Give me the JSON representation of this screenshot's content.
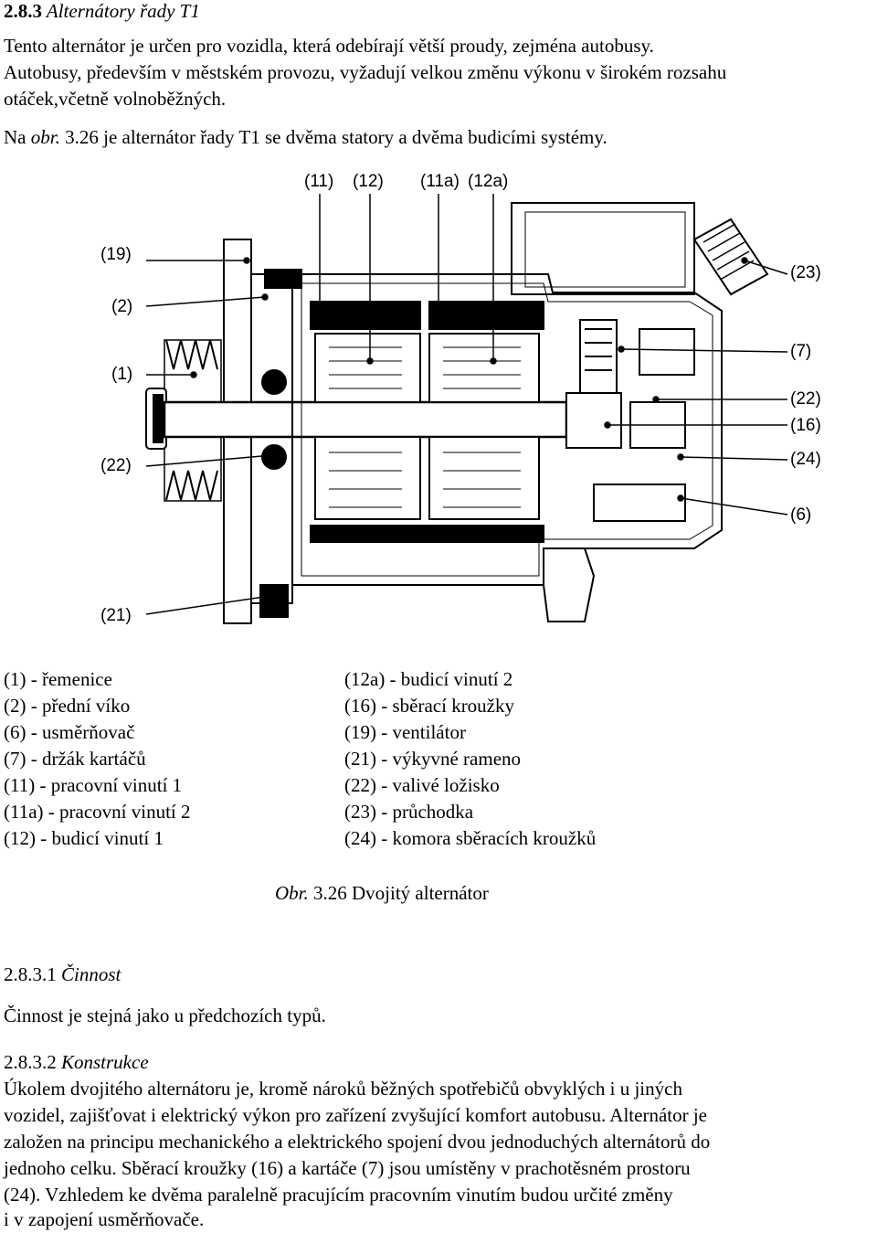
{
  "section": {
    "number": "2.8.3",
    "title": "Alternátory řady T1"
  },
  "intro": {
    "line1": "Tento alternátor je určen pro vozidla, která odebírají větší proudy, zejména autobusy.",
    "line2": "Autobusy, především v městském provozu, vyžadují velkou změnu výkonu v širokém rozsahu",
    "line3": "otáček,včetně volnoběžných.",
    "ref_prefix": "Na ",
    "ref_italic": "obr.",
    "ref_rest": " 3.26 je alternátor řady T1 se dvěma statory a dvěma budicími systémy."
  },
  "diagram_labels": {
    "l11": "(11)",
    "l12": "(12)",
    "l11a": "(11a)",
    "l12a": "(12a)",
    "l19": "(19)",
    "l2": "(2)",
    "l1": "(1)",
    "l22_left": "(22)",
    "l21": "(21)",
    "l23": "(23)",
    "l7": "(7)",
    "l22_right": "(22)",
    "l16": "(16)",
    "l24": "(24)",
    "l6": "(6)"
  },
  "legend_left": [
    "(1) - řemenice",
    "(2) - přední víko",
    "(6) - usměrňovač",
    "(7) - držák kartáčů",
    "(11) - pracovní vinutí 1",
    "(11a) - pracovní vinutí 2",
    "(12) - budicí vinutí 1"
  ],
  "legend_right": [
    "(12a) - budicí vinutí 2",
    "(16) - sběrací kroužky",
    "(19) - ventilátor",
    "(21) - výkyvné rameno",
    "(22) - valivé ložisko",
    "(23) - průchodka",
    "(24) - komora sběracích kroužků"
  ],
  "caption": {
    "italic": "Obr.",
    "rest": " 3.26 Dvojitý alternátor"
  },
  "sub1": {
    "number": "2.8.3.1",
    "title": "Činnost",
    "text": "Činnost je stejná jako u předchozích typů."
  },
  "sub2": {
    "number": "2.8.3.2",
    "title": "Konstrukce",
    "lines": [
      "Úkolem dvojitého alternátoru je, kromě nároků běžných spotřebičů obvyklých i u jiných",
      "vozidel, zajišťovat i elektrický výkon pro zařízení zvyšující komfort autobusu. Alternátor je",
      "založen na principu mechanického a elektrického spojení dvou jednoduchých alternátorů do",
      "jednoho celku. Sběrací kroužky (16) a kartáče (7) jsou umístěny v prachotěsném prostoru",
      "(24). Vzhledem ke dvěma paralelně pracujícím pracovním vinutím budou určité změny",
      "i v zapojení usměrňovače."
    ]
  }
}
